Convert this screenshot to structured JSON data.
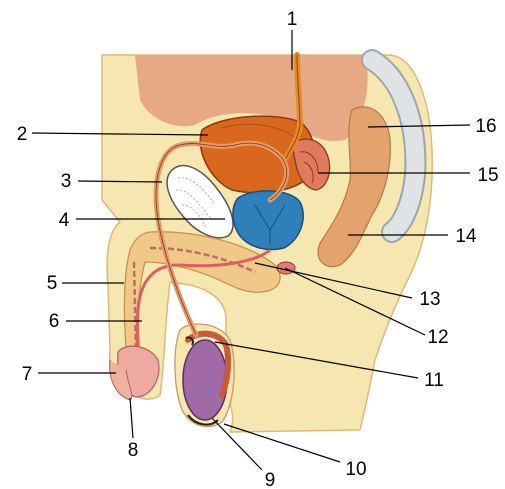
{
  "labels": [
    "1",
    "2",
    "3",
    "4",
    "5",
    "6",
    "7",
    "8",
    "9",
    "10",
    "11",
    "12",
    "13",
    "14",
    "15",
    "16"
  ],
  "colors": {
    "skin": "#f6e6b0",
    "skin_edge": "#e0b87a",
    "abdomen": "#e7a886",
    "bladder": "#d9681e",
    "ureter": "#e38a2a",
    "vas": "#e59a6a",
    "prostate": "#2f80b8",
    "testis": "#a06aa6",
    "pubic_bone": "#ffffff",
    "spine": "#dfe3e6",
    "rectum": "#e3a36e"
  }
}
